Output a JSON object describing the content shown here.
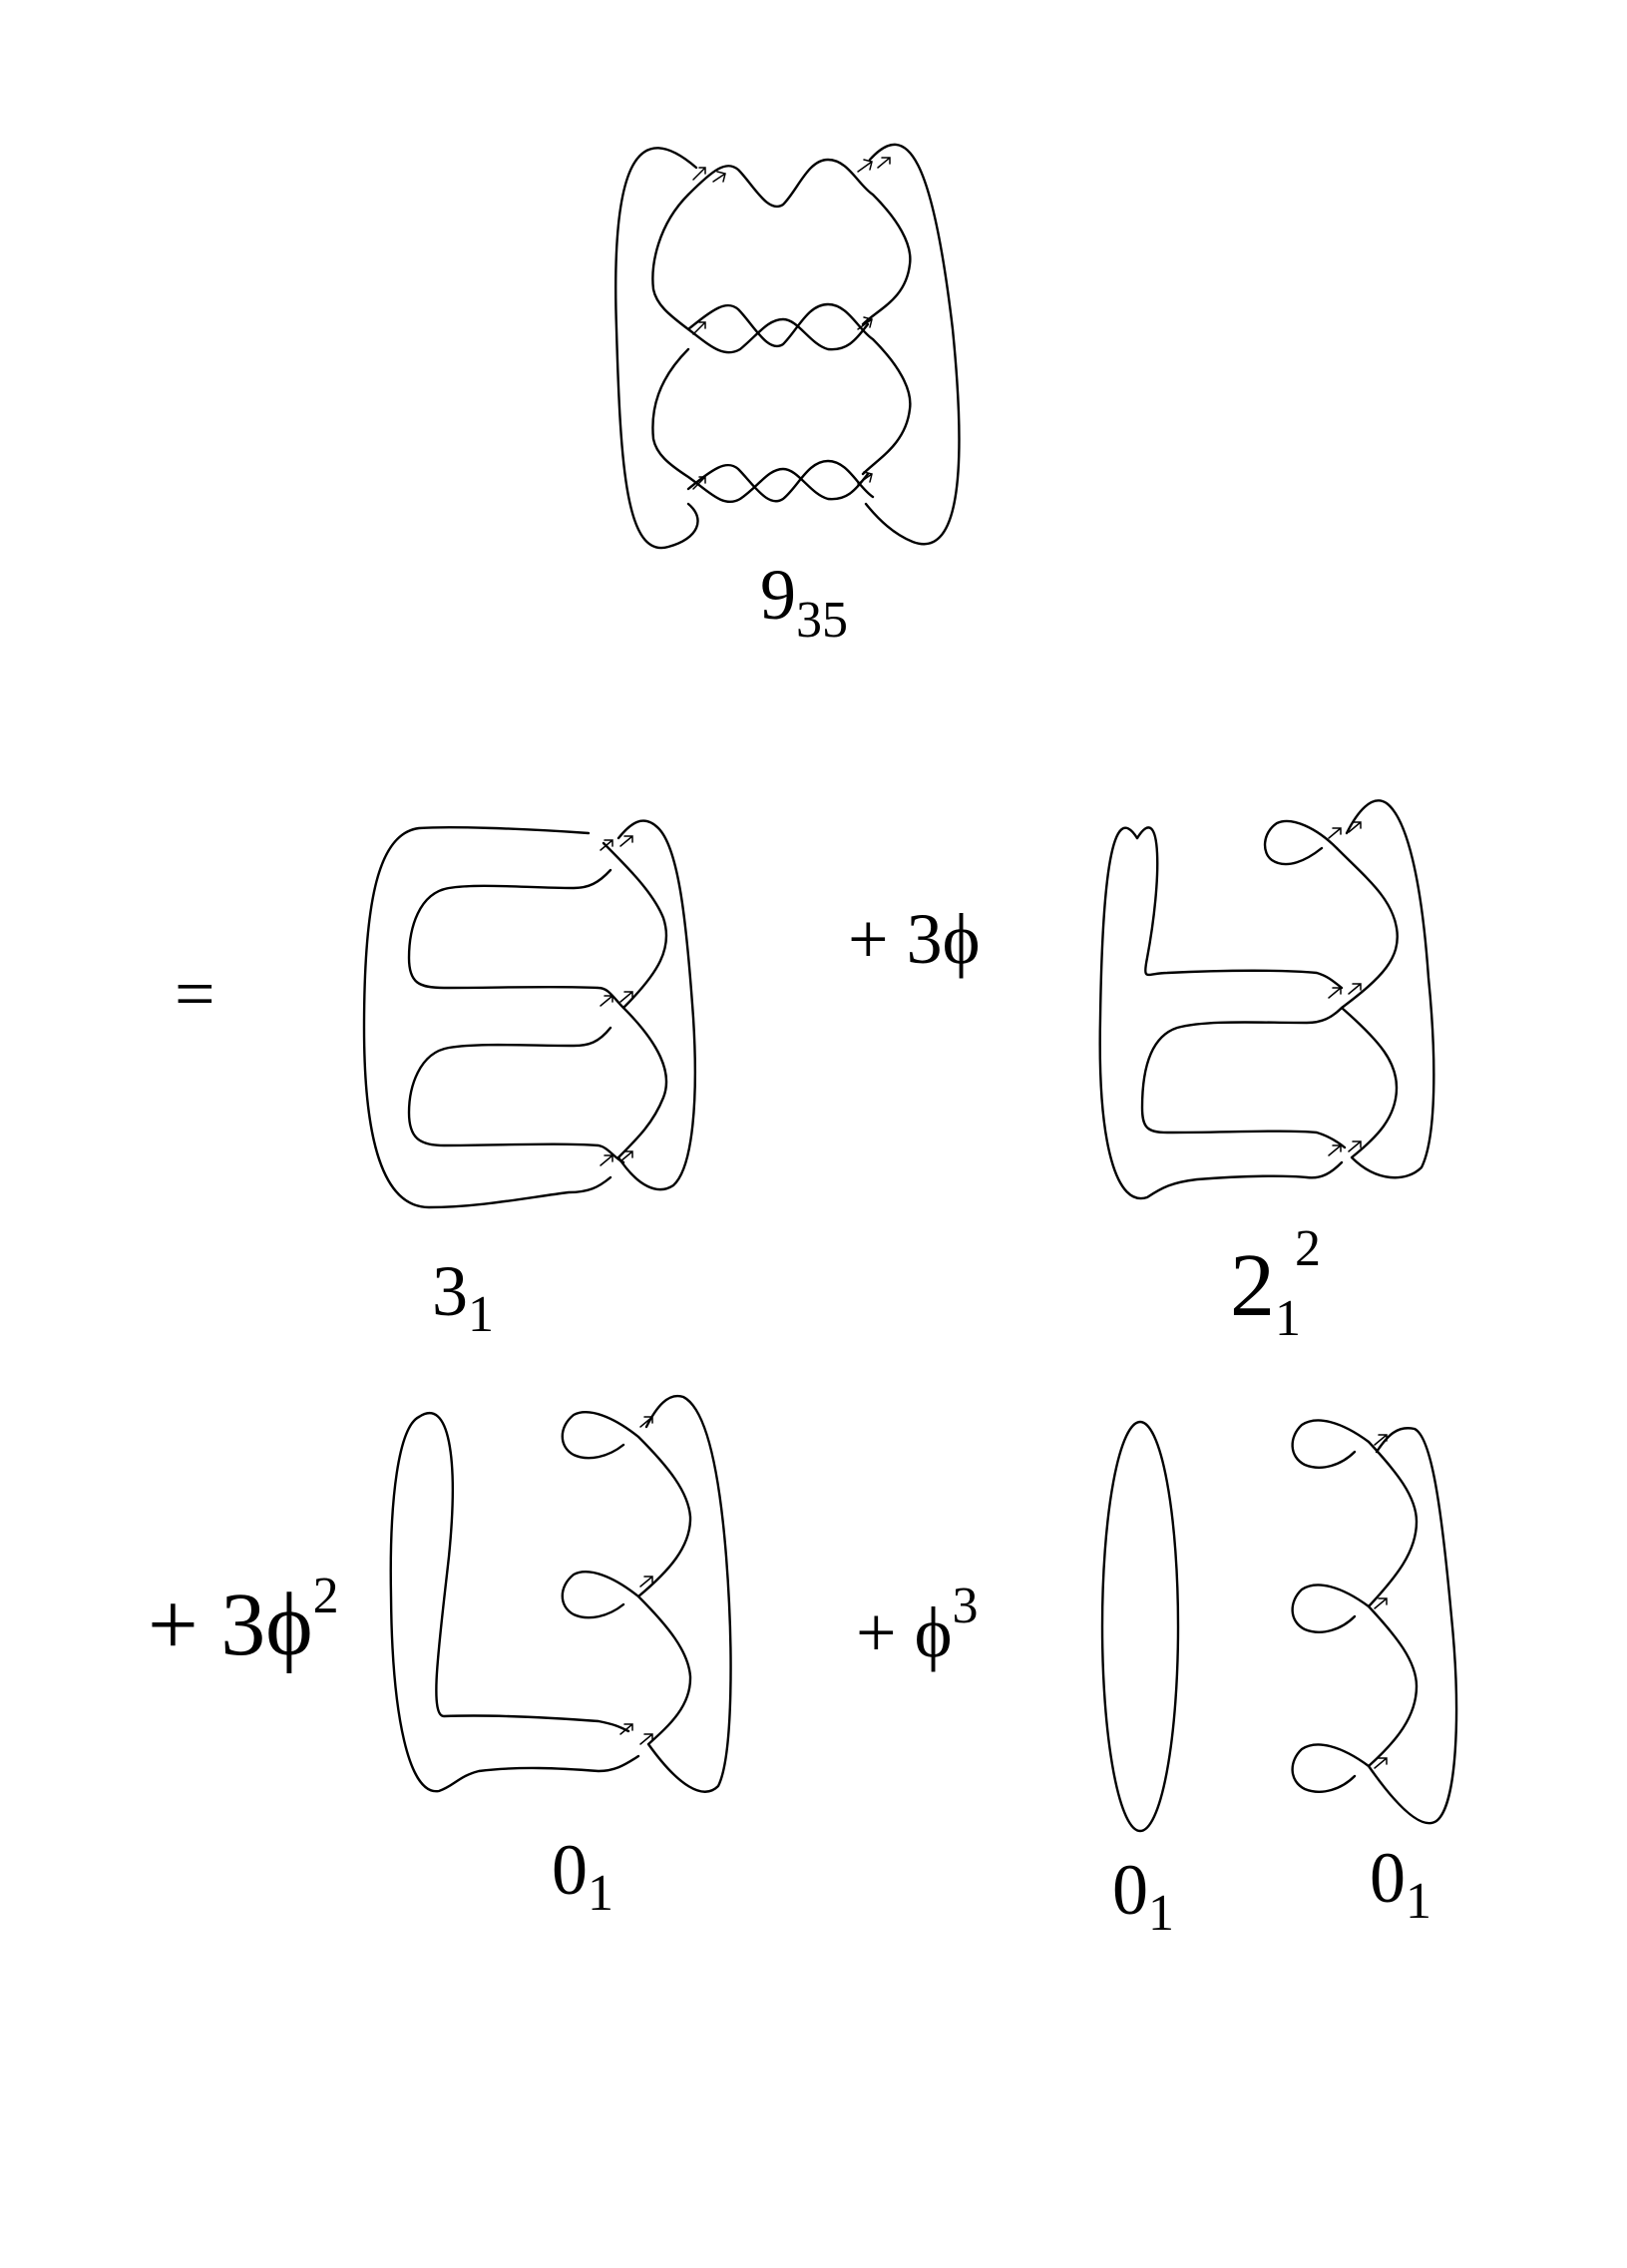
{
  "figure": {
    "main_knot": {
      "label": "9",
      "subscript": "35"
    },
    "equals_sign": "=",
    "terms": [
      {
        "coefficient": "",
        "label": "3",
        "subscript": "1",
        "superscript": ""
      },
      {
        "coefficient": "+ 3ϕ",
        "coefficient_superscript": "",
        "label": "2",
        "subscript": "1",
        "superscript": "2"
      },
      {
        "coefficient": "+ 3ϕ",
        "coefficient_superscript": "2",
        "label": "0",
        "subscript": "1",
        "superscript": ""
      },
      {
        "coefficient": "+ ϕ",
        "coefficient_superscript": "3",
        "labels": [
          {
            "label": "0",
            "subscript": "1"
          },
          {
            "label": "0",
            "subscript": "1"
          }
        ]
      }
    ]
  }
}
